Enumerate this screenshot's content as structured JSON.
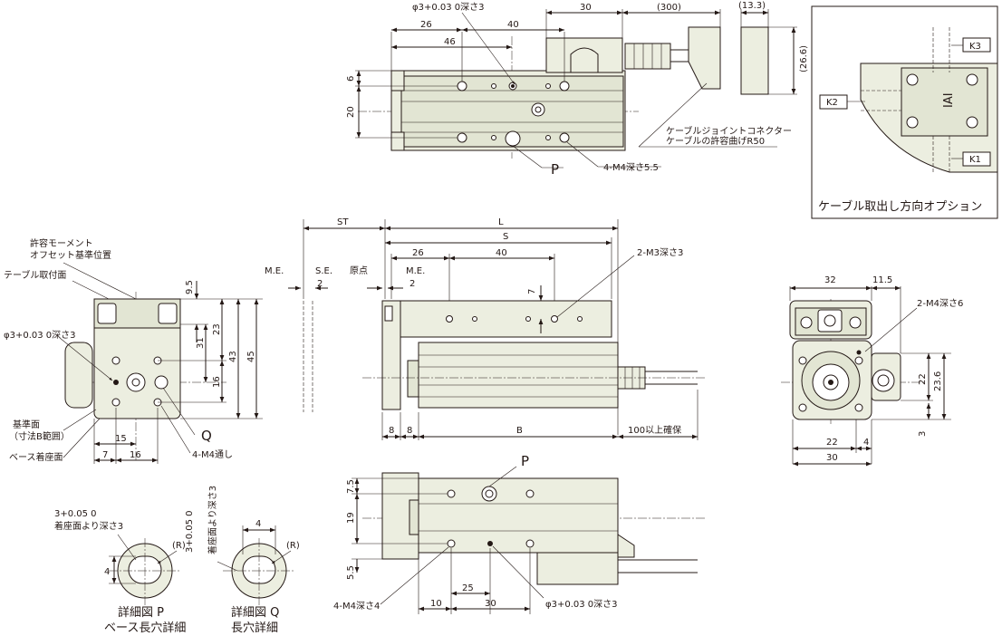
{
  "top_view": {
    "dims": {
      "d26": "26",
      "d40": "40",
      "d46": "46",
      "d30": "30",
      "d300": "(300)",
      "d133": "(13.3)",
      "d266": "(26.6)",
      "d6": "6",
      "d20": "20"
    },
    "hole_note": "φ3+0.03 0深さ3",
    "cable_note_1": "ケーブルジョイントコネクター",
    "cable_note_2": "ケーブルの許容曲げR50",
    "label_p": "P",
    "m4_note": "4-M4深さ5.5"
  },
  "option_box": {
    "k3": "K3",
    "k2": "K2",
    "k1": "K1",
    "logo": "IAI",
    "caption": "ケーブル取出し方向オプション"
  },
  "left_view": {
    "moment_1": "許容モーメント",
    "moment_2": "オフセット基準位置",
    "table_face": "テーブル取付面",
    "hole_note": "φ3+0.03 0深さ3",
    "ref_1": "基準面",
    "ref_2": "（寸法B範囲）",
    "base_face": "ベース着座面",
    "label_q": "Q",
    "thru": "4-M4通し",
    "dims": {
      "d95": "9.5",
      "d31": "31",
      "d23": "23",
      "d43": "43",
      "d45": "45",
      "d16": "16",
      "d15": "15",
      "d7": "7",
      "d16b": "16"
    }
  },
  "front_view": {
    "st": "ST",
    "l": "L",
    "s": "S",
    "me": "M.E.",
    "se": "S.E.",
    "d2a": "2",
    "origin": "原点",
    "me2": "M.E.",
    "d2b": "2",
    "d26": "26",
    "d40": "40",
    "d7": "7",
    "m3": "2-M3深さ3",
    "d8a": "8",
    "d8b": "8",
    "b": "B",
    "reserve": "100以上確保"
  },
  "right_view": {
    "d32": "32",
    "d115": "11.5",
    "m4": "2-M4深さ6",
    "d22": "22",
    "d236": "23.6",
    "d22b": "22",
    "d4": "4",
    "d3": "3",
    "d30": "30"
  },
  "bottom_view": {
    "label_p": "P",
    "d75": "7.5",
    "d19": "19",
    "d55": "5.5",
    "m4": "4-M4深さ4",
    "d10": "10",
    "d25": "25",
    "d30": "30",
    "hole_note": "φ3+0.03 0深さ3"
  },
  "detail_p": {
    "tol": "3+0.05 0",
    "depth": "着座面より深さ3",
    "d4": "4",
    "r": "(R)",
    "title": "詳細図 P",
    "sub": "ベース長穴詳細"
  },
  "detail_q": {
    "tol": "3+0.05 0",
    "depth": "着座面より深さ3",
    "d4": "4",
    "r": "(R)",
    "title": "詳細図 Q",
    "sub": "長穴詳細"
  }
}
